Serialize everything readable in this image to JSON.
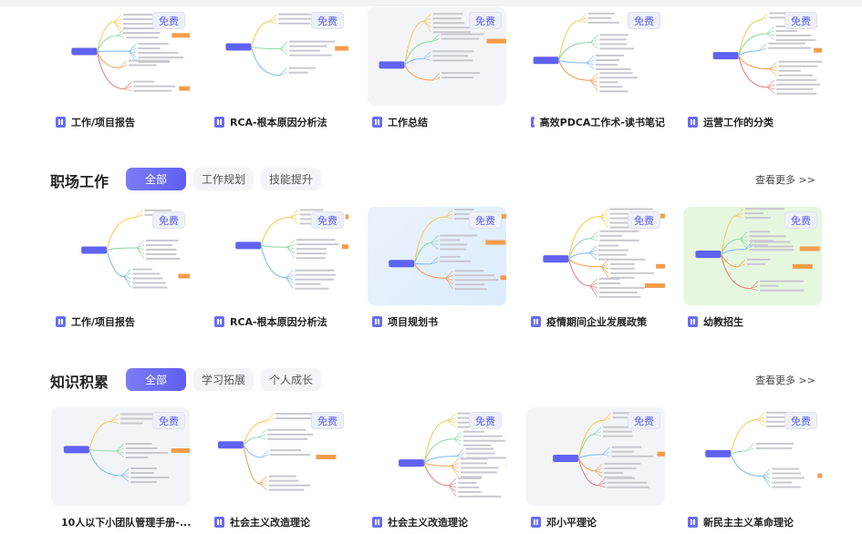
{
  "free_label": "免费",
  "colors": {
    "accent": "#6062f2",
    "badge_text": "#5b5ff0"
  },
  "top_row": [
    {
      "title": "工作/项目报告",
      "thumb": "white"
    },
    {
      "title": "RCA-根本原因分析法",
      "thumb": "white"
    },
    {
      "title": "工作总结",
      "thumb": "gray"
    },
    {
      "title": "高效PDCA工作术-读书笔记",
      "thumb": "white"
    },
    {
      "title": "运营工作的分类",
      "thumb": "white"
    }
  ],
  "sections": [
    {
      "title": "职场工作",
      "tabs": [
        "全部",
        "工作规划",
        "技能提升"
      ],
      "more": "查看更多 >>",
      "cards": [
        {
          "title": "工作/项目报告",
          "thumb": "white"
        },
        {
          "title": "RCA-根本原因分析法",
          "thumb": "white"
        },
        {
          "title": "项目规划书",
          "thumb": "blue"
        },
        {
          "title": "疫情期间企业发展政策",
          "thumb": "white"
        },
        {
          "title": "幼教招生",
          "thumb": "green"
        }
      ]
    },
    {
      "title": "知识积累",
      "tabs": [
        "全部",
        "学习拓展",
        "个人成长"
      ],
      "more": "查看更多 >>",
      "cards": [
        {
          "title": "10人以下小团队管理手册-...",
          "thumb": "gray"
        },
        {
          "title": "社会主义改造理论",
          "thumb": "white"
        },
        {
          "title": "社会主义改造理论",
          "thumb": "white"
        },
        {
          "title": "邓小平理论",
          "thumb": "gray"
        },
        {
          "title": "新民主主义革命理论",
          "thumb": "white"
        }
      ]
    }
  ]
}
